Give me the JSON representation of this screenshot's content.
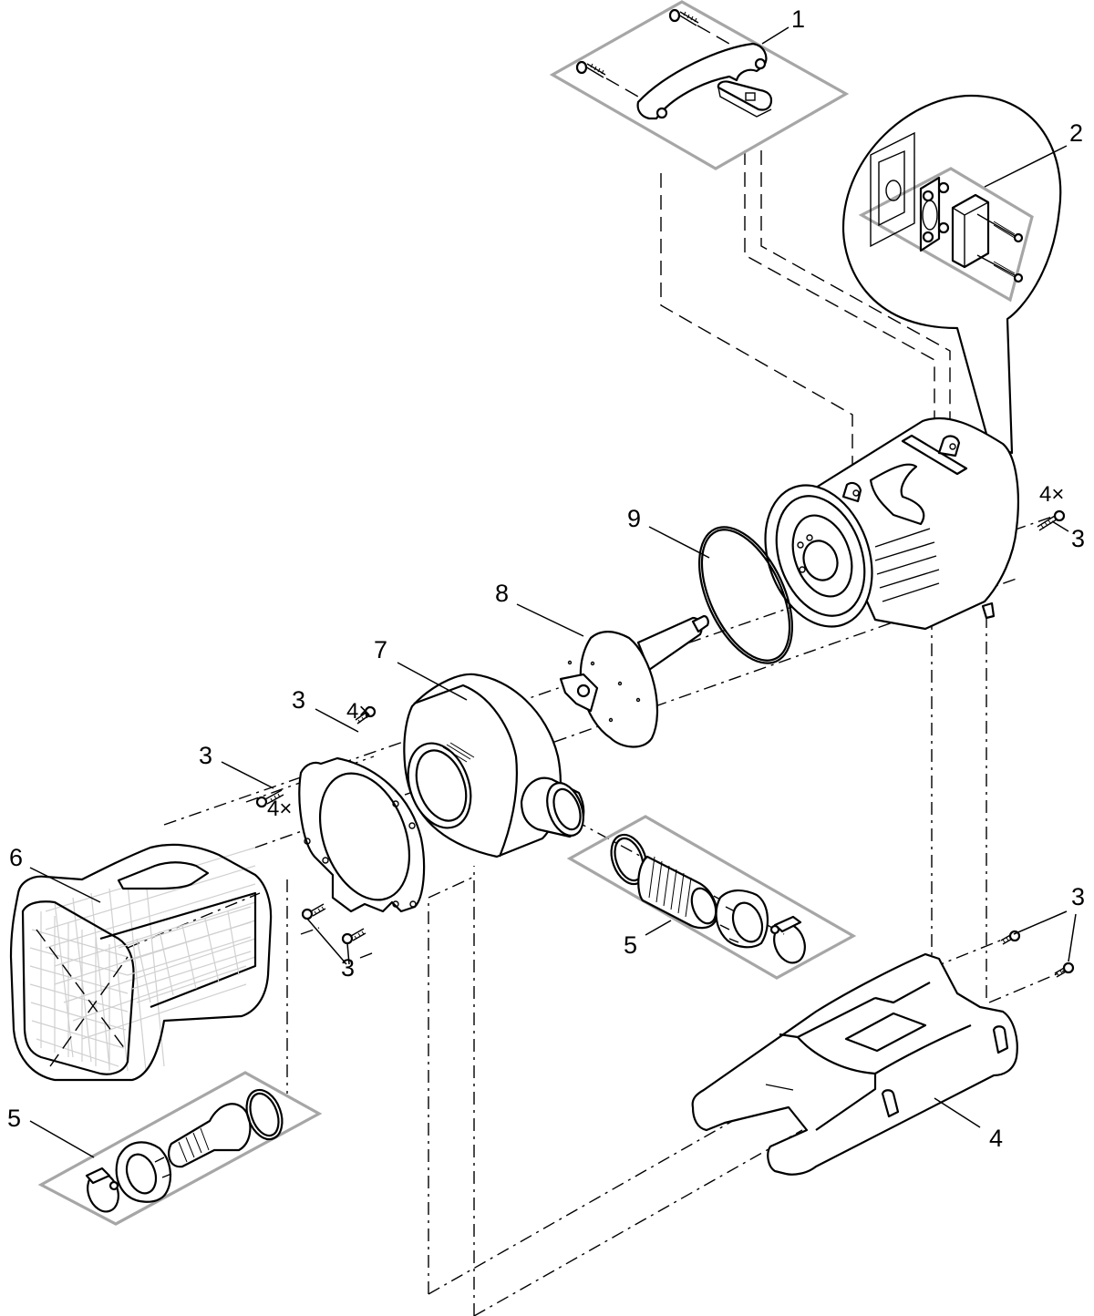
{
  "diagram": {
    "type": "exploded-view parts diagram",
    "colors": {
      "line": "#000000",
      "group_box": "#a6a6a6",
      "mesh": "#d0d0d0",
      "background": "#ffffff"
    },
    "parts": [
      {
        "id": "1",
        "label": "1",
        "description": "handle with mounting screws and cable clip"
      },
      {
        "id": "2",
        "label": "2",
        "description": "cable entry seal plate with cover and screws (detail callout)"
      },
      {
        "id": "3",
        "label": "3",
        "description": "screw"
      },
      {
        "id": "4",
        "label": "4",
        "description": "base / foot"
      },
      {
        "id": "5",
        "label": "5",
        "description": "hose connector set (seal, hose tail, union nut, hose clamp)"
      },
      {
        "id": "6",
        "label": "6",
        "description": "filter housing / strainer basket"
      },
      {
        "id": "7",
        "label": "7",
        "description": "pump housing"
      },
      {
        "id": "8",
        "label": "8",
        "description": "impeller rotor"
      },
      {
        "id": "9",
        "label": "9",
        "description": "O-ring"
      }
    ],
    "callouts": {
      "handle": "1",
      "cable_seal": "2",
      "screw_motor": "3",
      "screw_motor_qty": "4×",
      "screw_plate_upper": "3",
      "screw_plate_upper_qty": "4×",
      "screw_plate_left": "3",
      "screw_plate_left_qty": "4×",
      "screw_plate_lower": "3",
      "screw_base": "3",
      "base": "4",
      "hose_set_right": "5",
      "hose_set_left": "5",
      "filter_housing": "6",
      "pump_housing": "7",
      "impeller": "8",
      "o_ring": "9"
    }
  }
}
